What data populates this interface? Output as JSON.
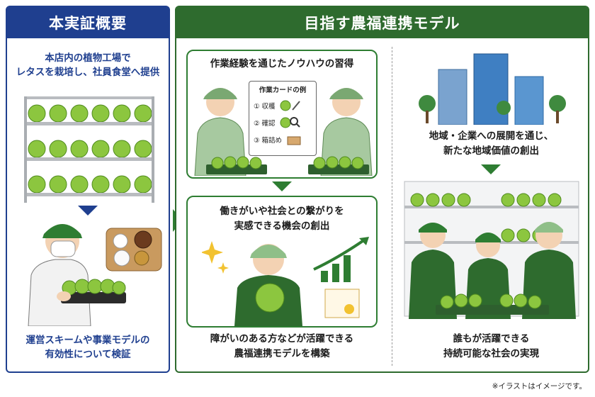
{
  "left": {
    "title": "本実証概要",
    "intro_line1": "本店内の植物工場で",
    "intro_line2": "レタスを栽培し、社員食堂へ提供",
    "bottom_line1": "運営スキームや事業モデルの",
    "bottom_line2": "有効性について検証"
  },
  "right": {
    "title": "目指す農福連携モデル",
    "know_how": "作業経験を通じたノウハウの習得",
    "work_card": {
      "title": "作業カードの例",
      "steps": [
        "① 収穫",
        "② 確認",
        "③ 箱詰め"
      ]
    },
    "fulfill_line1": "働きがいや社会との繋がりを",
    "fulfill_line2": "実感できる機会の創出",
    "build_line1": "障がいのある方などが活躍できる",
    "build_line2": "農福連携モデルを構築",
    "region_line1": "地域・企業への展開を通じ、",
    "region_line2": "新たな地域価値の創出",
    "society_line1": "誰もが活躍できる",
    "society_line2": "持続可能な社会の実現"
  },
  "note": "※イラストはイメージです。",
  "colors": {
    "blue": "#1f3f8f",
    "green": "#2e7d32",
    "lettuce": "#8cc63f"
  },
  "icons": [
    "lettuce-icon",
    "knife-icon",
    "magnifier-icon",
    "box-icon",
    "sparkle-icon",
    "growth-arrow-icon",
    "certificate-icon",
    "building-icon",
    "tree-icon"
  ]
}
